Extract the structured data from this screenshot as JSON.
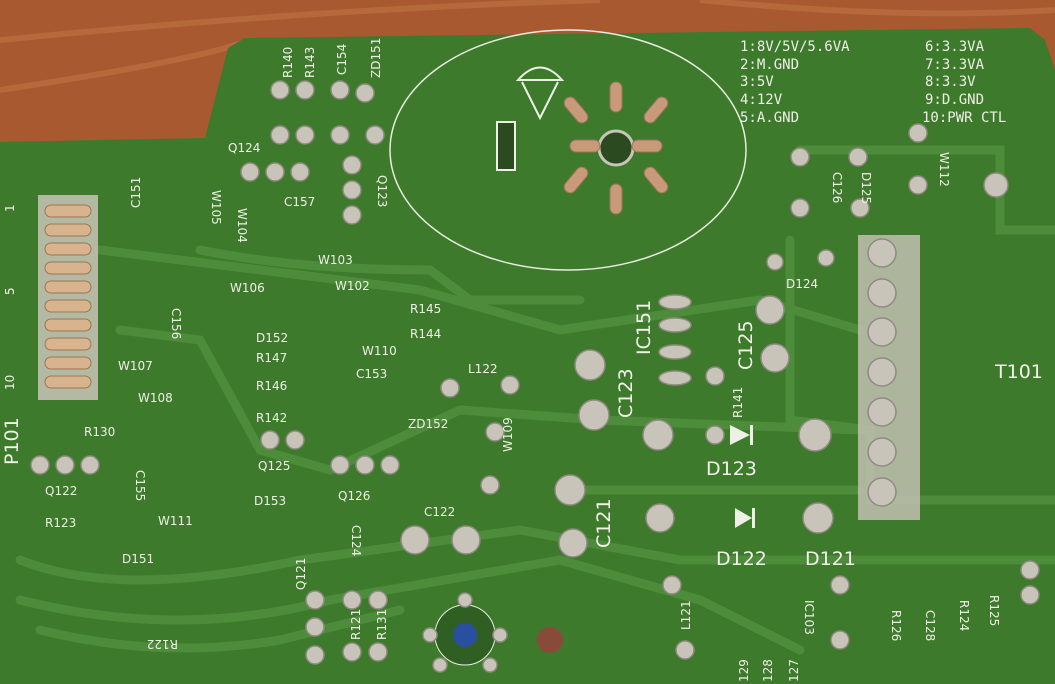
{
  "scene": {
    "background_color": "#a8592f",
    "board_color": "#3d7a2c",
    "pad_color": "#c9c4ba",
    "silkscreen_color": "#eef0e6"
  },
  "legend": [
    "1:8V/5V/5.6VA",
    "2:M.GND",
    "3:5V",
    "4:12V",
    "5:A.GND",
    "6:3.3VA",
    "7:3.3VA",
    "8:3.3V",
    "9:D.GND",
    "10:PWR CTL"
  ],
  "labels": {
    "R140": "R140",
    "R143": "R143",
    "C154": "C154",
    "ZD151": "ZD151",
    "Q124": "Q124",
    "C151": "C151",
    "Q123": "Q123",
    "W105": "W105",
    "W104": "W104",
    "C157": "C157",
    "W103": "W103",
    "W102": "W102",
    "R145": "R145",
    "W106": "W106",
    "C156": "C156",
    "R144": "R144",
    "D152": "D152",
    "R147": "R147",
    "W110": "W110",
    "R146": "R146",
    "C153": "C153",
    "R142": "R142",
    "ZD152": "ZD152",
    "L122": "L122",
    "W107": "W107",
    "W108": "W108",
    "R130": "R130",
    "P101": "P101",
    "Q125": "Q125",
    "D153": "D153",
    "Q126": "Q126",
    "C155": "C155",
    "Q122": "Q122",
    "R123": "R123",
    "W111": "W111",
    "D151": "D151",
    "C124": "C124",
    "C122": "C122",
    "W109": "W109",
    "C121": "C121",
    "D122": "D122",
    "D121": "D121",
    "C123": "C123",
    "C125": "C125",
    "IC151": "IC151",
    "R141": "R141",
    "D123": "D123",
    "D124": "D124",
    "C126": "C126",
    "D125": "D125",
    "W112": "W112",
    "T101": "T101",
    "Q121": "Q121",
    "R122": "R122",
    "R121": "R121",
    "R131": "R131",
    "L121": "L121",
    "IC103": "IC103",
    "R126": "R126",
    "C128": "C128",
    "R124": "R124",
    "R125": "R125",
    "n129": "129",
    "n128": "128",
    "n127": "127",
    "pin1": "1",
    "pin5": "5",
    "pin10": "10"
  }
}
